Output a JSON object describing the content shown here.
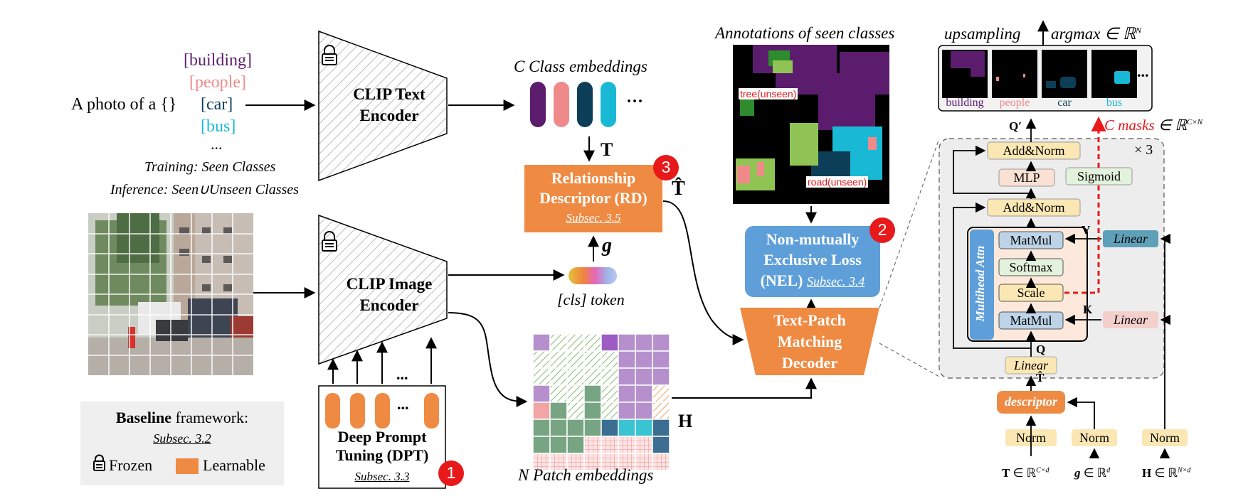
{
  "prompt": {
    "prefix": "A photo of a {}",
    "classes": [
      {
        "text": "[building]",
        "color": "#5b1c6e"
      },
      {
        "text": "[people]",
        "color": "#f08a8a"
      },
      {
        "text": "[car]",
        "color": "#0d3e58"
      },
      {
        "text": "[bus]",
        "color": "#19b9d6"
      }
    ],
    "ellipsis": "...",
    "training": "Training: Seen Classes",
    "inference": "Inference: Seen∪Unseen Classes"
  },
  "text_encoder": {
    "line1": "CLIP Text",
    "line2": "Encoder"
  },
  "image_encoder": {
    "line1": "CLIP Image",
    "line2": "Encoder"
  },
  "class_embeddings": {
    "title": "C Class embeddings",
    "ellipsis": "···",
    "colors": [
      "#5b1c6e",
      "#f08a8a",
      "#0d3e58",
      "#19b9d6"
    ]
  },
  "rd": {
    "line1": "Relationship",
    "line2": "Descriptor (RD)",
    "subsec": "Subsec. 3.5",
    "badge": "3",
    "T_label": "T",
    "That_label": "T̂",
    "g_label": "g"
  },
  "cls_token": {
    "label": "[cls] token"
  },
  "patch_embeddings": {
    "title": "N Patch embeddings",
    "H_label": "H"
  },
  "dpt": {
    "line1": "Deep Prompt",
    "line2": "Tuning (DPT)",
    "subsec": "Subsec. 3.3",
    "badge": "1",
    "ellipsis": "..."
  },
  "legend": {
    "title_bold": "Baseline",
    "title_rest": " framework:",
    "subsec": "Subsec. 3.2",
    "frozen": "Frozen",
    "learnable": "Learnable"
  },
  "annotations": {
    "title": "Annotations of seen classes",
    "tree": "tree(unseen)",
    "road": "road(unseen)"
  },
  "nel": {
    "line1": "Non-mutually",
    "line2": "Exclusive Loss",
    "line3": "(NEL)",
    "subsec": "Subsec. 3.4",
    "badge": "2"
  },
  "tpmd": {
    "line1": "Text-Patch",
    "line2": "Matching",
    "line3": "Decoder"
  },
  "upsampling": {
    "title": "upsampling",
    "argmax": "argmax ∈ ℝ",
    "argmax_sup": "N",
    "labels": [
      {
        "text": "building",
        "color": "#5b1c6e"
      },
      {
        "text": "people",
        "color": "#f08a8a"
      },
      {
        "text": "car",
        "color": "#0d3e58"
      },
      {
        "text": "bus",
        "color": "#19b9d6"
      }
    ],
    "ellipsis": "..."
  },
  "decoder_detail": {
    "cmasks": "C masks",
    "cmasks_rest": " ∈ ℝ",
    "cmasks_sup": "C×N",
    "repeat": "× 3",
    "Qprime": "Q′",
    "add_norm_top": "Add&Norm",
    "mlp": "MLP",
    "sigmoid": "Sigmoid",
    "add_norm_mid": "Add&Norm",
    "mha": "Multihead Attn",
    "matmul_top": "MatMul",
    "softmax": "Softmax",
    "scale": "Scale",
    "matmul_bot": "MatMul",
    "V": "V",
    "K": "K",
    "Q": "Q",
    "linear_v": "Linear",
    "linear_k": "Linear",
    "linear_q": "Linear",
    "that": "T̂",
    "descriptor": "descriptor",
    "norms": [
      "Norm",
      "Norm",
      "Norm"
    ],
    "inputs": [
      {
        "sym": "T",
        "rest": " ∈ ℝ",
        "sup": "C×d"
      },
      {
        "sym": "g",
        "rest": " ∈ ℝ",
        "sup": "d"
      },
      {
        "sym": "H",
        "rest": " ∈ ℝ",
        "sup": "N×d"
      }
    ]
  }
}
